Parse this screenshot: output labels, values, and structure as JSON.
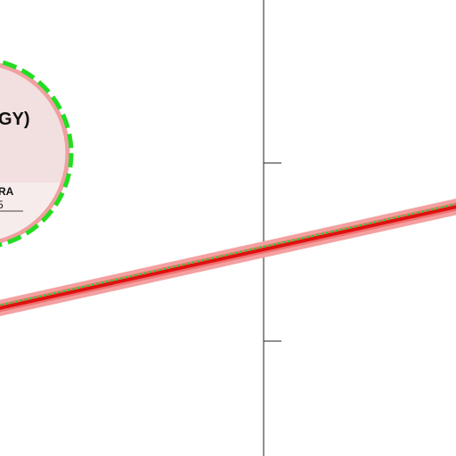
{
  "callout": {
    "title_fragment": "GY)",
    "subtitle_fragment": "RA",
    "small_fragment": "5"
  },
  "colors": {
    "background": "#ffffff",
    "axis": "#222222",
    "line_core": "#e01010",
    "line_halo": "#f4a0a0",
    "line_dots": "#33cc33",
    "circle_fill": "#f2dfe0",
    "circle_outline": "#f0a0a0",
    "circle_dash": "#22dd22",
    "panel_fill": "#f7ecec"
  }
}
